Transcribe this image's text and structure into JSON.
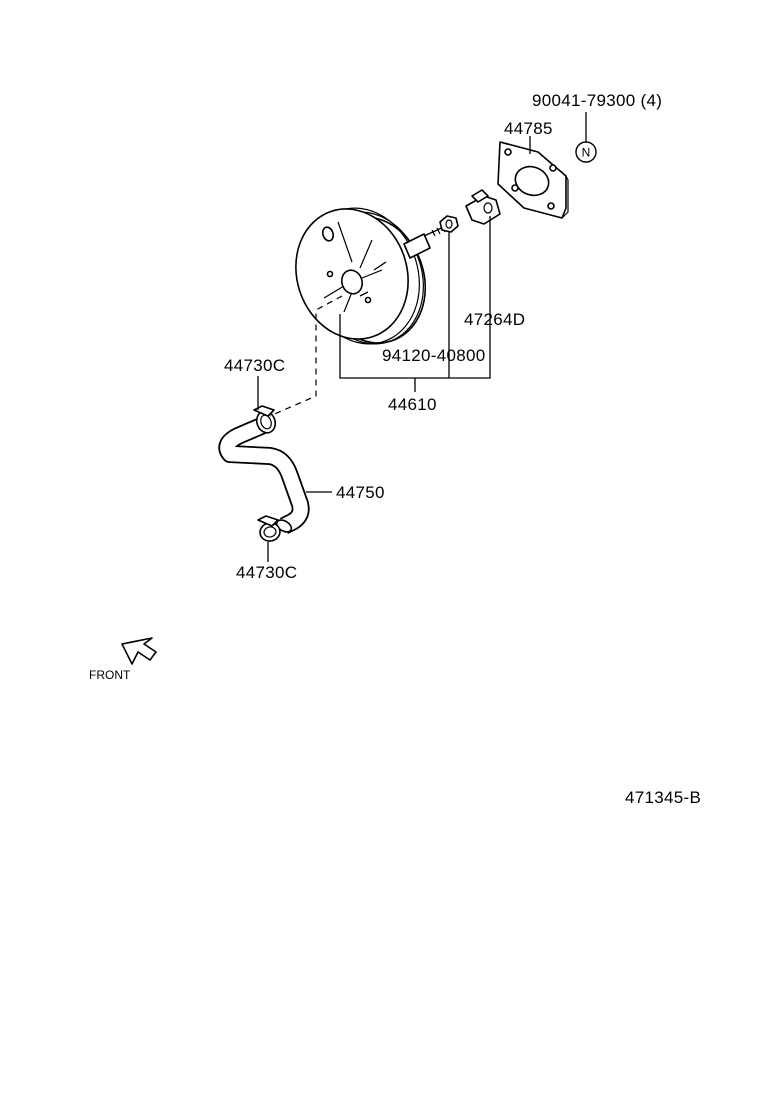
{
  "labels": {
    "bolt_nut": "90041-79300 (4)",
    "gasket": "44785",
    "clevis": "47264D",
    "nut": "94120-40800",
    "booster_assy": "44610",
    "clip_upper": "44730C",
    "hose": "44750",
    "clip_lower": "44730C",
    "front": "FRONT",
    "diagram_id": "471345-B",
    "note_marker": "N"
  }
}
